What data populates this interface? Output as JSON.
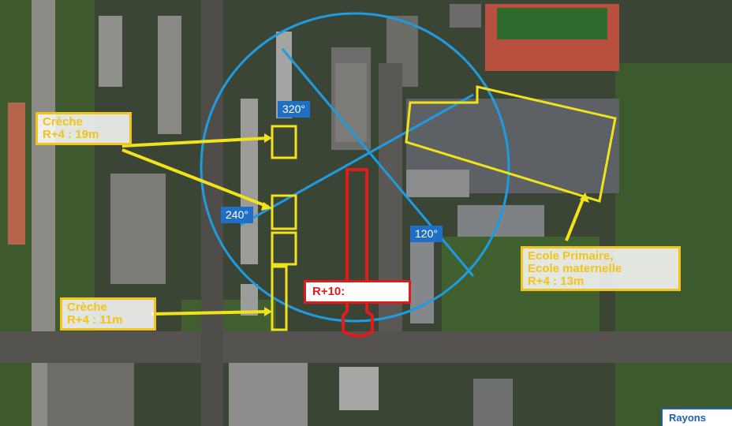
{
  "labels": {
    "creche_top": {
      "line1": "Crèche",
      "line2": "R+4 : 19m"
    },
    "creche_bottom": {
      "line1": "Crèche",
      "line2": "R+4 : 11m"
    },
    "ecole": {
      "line1": "Ecole Primaire,",
      "line2": "Ecole maternelle",
      "line3": "R+4 : 13m"
    },
    "tower": "R+10:"
  },
  "angles": {
    "a320": "320°",
    "a240": "240°",
    "a120": "120°"
  },
  "legend": "Rayons",
  "colors": {
    "accent_yellow": "#f2c318",
    "accent_red": "#e01b1b",
    "ray_blue": "#1f9be0",
    "tag_blue": "#1f6fc6"
  }
}
